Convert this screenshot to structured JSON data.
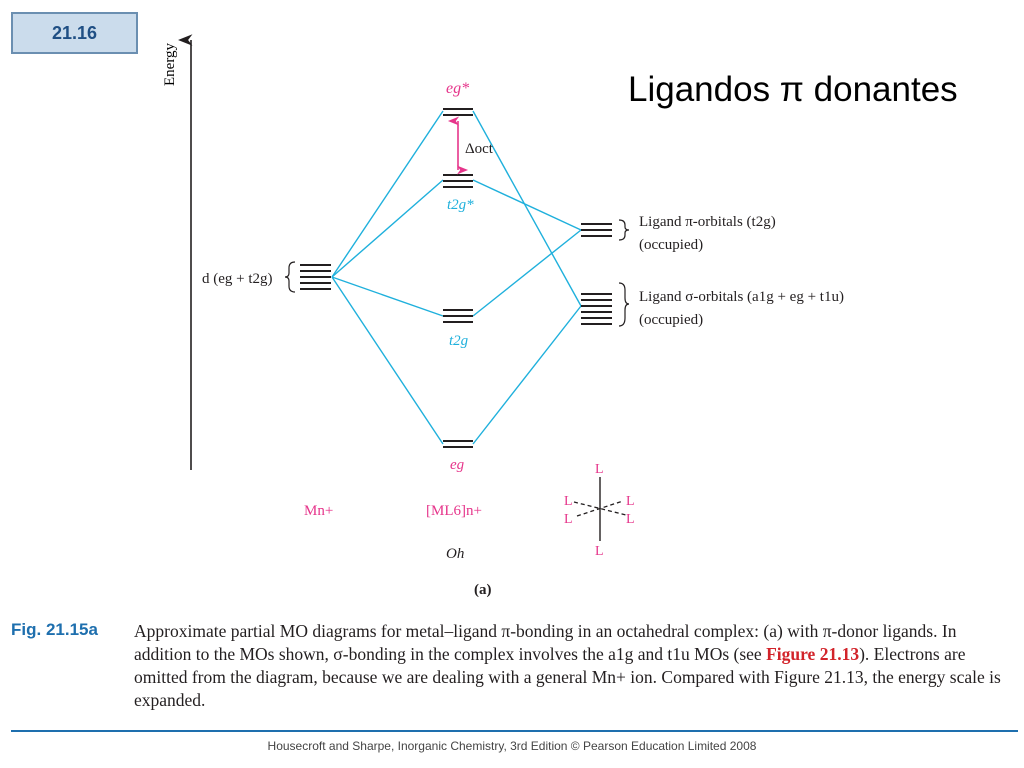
{
  "slide_number": "21.16",
  "title": "Ligandos π donantes",
  "diagram": {
    "axis_label": "Energy",
    "labels": {
      "eg_star": "eg*",
      "delta_oct": "Δoct",
      "t2g_star": "t2g*",
      "t2g": "t2g",
      "eg": "eg",
      "metal_d": "d (eg + t2g)",
      "ligand_pi_line1": "Ligand π-orbitals (t2g)",
      "ligand_pi_line2": "(occupied)",
      "ligand_sigma_line1": "Ligand σ-orbitals (a1g + eg + t1u)",
      "ligand_sigma_line2": "(occupied)",
      "metal_ion": "Mn+",
      "complex": "[ML6]n+",
      "point_group": "Oh",
      "panel": "(a)",
      "ligand_symbol": "L"
    },
    "colors": {
      "correlation_lines": "#1fb0dc",
      "magenta_labels": "#e6358b",
      "cyan_labels": "#1fb0dc",
      "levels": "#231f20"
    }
  },
  "caption": {
    "label": "Fig. 21.15a",
    "part1": "Approximate partial MO diagrams for metal–ligand π-bonding in an octahedral complex: (a) with π-donor ligands. In addition to the MOs shown, σ-bonding in the complex involves the a1g and t1u MOs (see ",
    "ref_figure": "Figure 21.13",
    "part2": "). Electrons are omitted from the diagram, because we are dealing with a general Mn+ ion. Compared with Figure 21.13, the energy scale is expanded."
  },
  "footer": "Housecroft and Sharpe, Inorganic Chemistry, 3rd Edition © Pearson Education Limited 2008"
}
